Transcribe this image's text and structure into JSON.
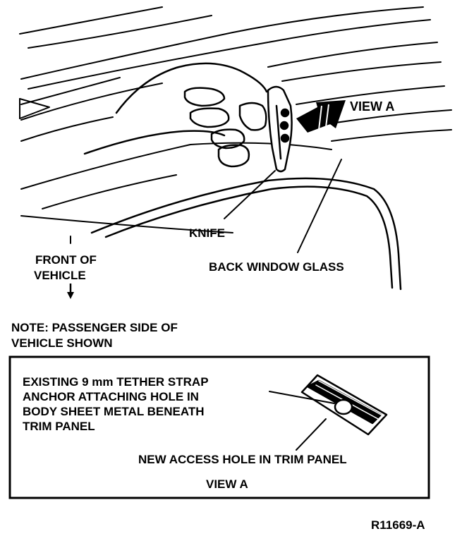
{
  "labels": {
    "view_a_callout": "VIEW A",
    "knife": "KNIFE",
    "back_window_glass": "BACK WINDOW GLASS",
    "front_of_vehicle_line1": "FRONT OF",
    "front_of_vehicle_line2": "VEHICLE",
    "note_line1": "NOTE: PASSENGER SIDE OF",
    "note_line2": "VEHICLE SHOWN"
  },
  "inset": {
    "existing_hole_lines": [
      "EXISTING 9 mm TETHER STRAP",
      "ANCHOR ATTACHING HOLE IN",
      "BODY SHEET METAL BENEATH",
      "TRIM PANEL"
    ],
    "new_access_hole": "NEW ACCESS HOLE IN TRIM PANEL",
    "view_title": "VIEW A"
  },
  "figure_id": "R11669-A"
}
